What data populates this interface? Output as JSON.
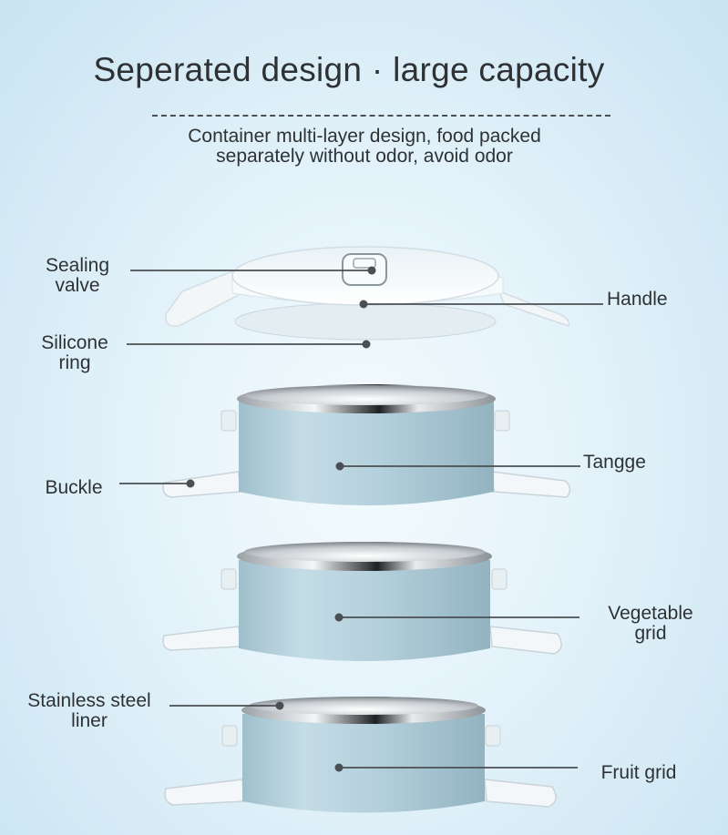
{
  "title": "Seperated design · large capacity",
  "subtitle": {
    "line1": "Container multi-layer design, food packed",
    "line2": "separately without odor, avoid odor"
  },
  "labels": {
    "sealing_valve": {
      "line1": "Sealing",
      "line2": "valve"
    },
    "silicone_ring": {
      "line1": "Silicone",
      "line2": "ring"
    },
    "handle": "Handle",
    "buckle": "Buckle",
    "tangge": "Tangge",
    "vegetable_grid": {
      "line1": "Vegetable",
      "line2": "grid"
    },
    "stainless_steel_liner": {
      "line1": "Stainless steel",
      "line2": "liner"
    },
    "fruit_grid": "Fruit grid"
  },
  "colors": {
    "background_center": "#f4fbfe",
    "background_edge": "#c9e4f2",
    "container_body": "#b8d5e1",
    "lid": "#f6f9fb",
    "steel": "#dcdfe2",
    "leader_line": "#4a4f53"
  }
}
